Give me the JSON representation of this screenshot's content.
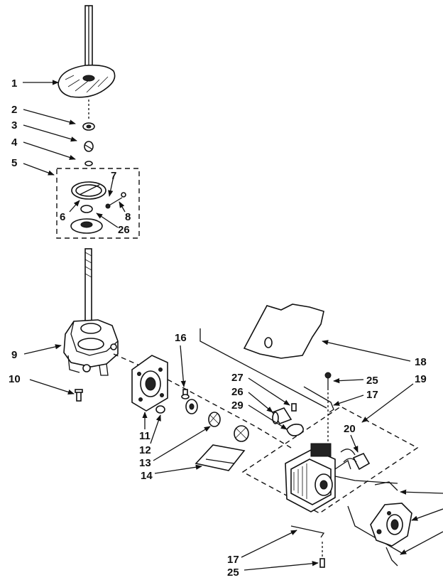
{
  "callouts": {
    "c1": "1",
    "c2": "2",
    "c3": "3",
    "c4": "4",
    "c5": "5",
    "c6": "6",
    "c7": "7",
    "c8": "8",
    "c26a": "26",
    "c9": "9",
    "c10": "10",
    "c11": "11",
    "c12": "12",
    "c13": "13",
    "c14": "14",
    "c16": "16",
    "c18": "18",
    "c19": "19",
    "c20": "20",
    "c25a": "25",
    "c17a": "17",
    "c27": "27",
    "c26b": "26",
    "c29": "29",
    "c17b": "17",
    "c25b": "25"
  }
}
